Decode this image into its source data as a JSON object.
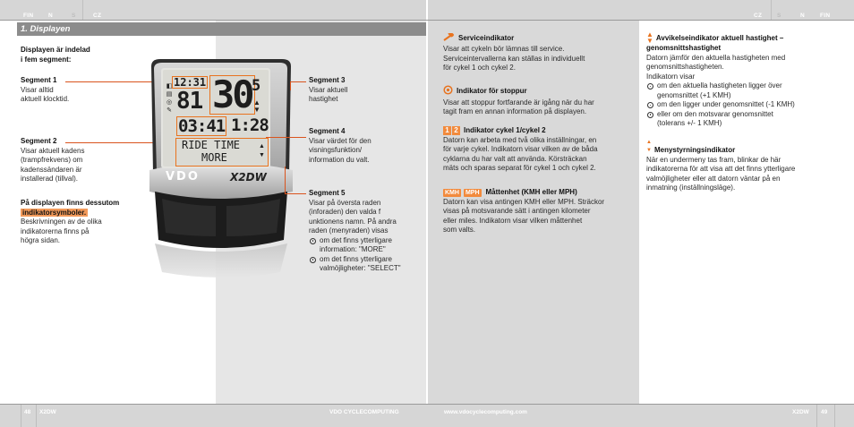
{
  "header": {
    "left_langs": [
      "FIN",
      "N",
      "S",
      "CZ"
    ],
    "right_langs": [
      "CZ",
      "S",
      "N",
      "FIN"
    ]
  },
  "section": {
    "title": "1. Displayen"
  },
  "left_column": {
    "intro": [
      "Displayen är indelad",
      "i fem segment:"
    ],
    "seg1": {
      "title": "Segment 1",
      "lines": [
        "Visar alltid",
        "aktuell klocktid."
      ]
    },
    "seg2": {
      "title": "Segment 2",
      "lines": [
        "Visar aktuell kadens",
        "(trampfrekvens) om",
        "kadenssändaren är",
        "installerad (tillval)."
      ]
    },
    "extra": {
      "title": "På displayen finns dessutom",
      "highlight": "indikatorsymboler.",
      "lines": [
        "Beskrivningen av de olika",
        "indikatorerna finns på",
        "högra sidan."
      ]
    }
  },
  "device": {
    "time": "12:31",
    "speed": "30",
    "speed_small": "5",
    "cadence": "81",
    "trip_a": "03:41",
    "trip_b": "1:28",
    "line1": "RIDE TIME",
    "line2": "MORE",
    "brand": "VDO",
    "model": "X2DW"
  },
  "mid_column": {
    "seg3": {
      "title": "Segment 3",
      "lines": [
        "Visar aktuell",
        "hastighet"
      ]
    },
    "seg4": {
      "title": "Segment 4",
      "lines": [
        "Visar värdet för den",
        "visningsfunktion/",
        "information du valt."
      ]
    },
    "seg5": {
      "title": "Segment 5",
      "lines": [
        "Visar på översta raden",
        "(inforaden) den valda f",
        "unktionens namn. På andra",
        "raden (menyraden) visas"
      ],
      "bullets": [
        [
          "om det finns ytterligare",
          "information: \"MORE\""
        ],
        [
          "om det finns ytterligare",
          "valmöjligheter: \"SELECT\""
        ]
      ]
    }
  },
  "right_column": {
    "service": {
      "title": "Serviceindikator",
      "lines": [
        "Visar att cykeln bör lämnas till service.",
        "Serviceintervallerna kan ställas in individuellt",
        "för cykel 1 och cykel 2."
      ]
    },
    "stop": {
      "title": "Indikator för stoppur",
      "lines": [
        "Visar att stoppur fortfarande är igång när du har",
        "tagit fram en annan information på displayen."
      ]
    },
    "bike": {
      "title": "Indikator cykel 1/cykel 2",
      "icon1": "1",
      "icon2": "2",
      "lines": [
        "Datorn kan arbeta med två olika inställningar, en",
        "för varje cykel. Indikatorn visar vilken av de båda",
        "cyklarna du har valt att använda. Körsträckan",
        "mäts och sparas separat för cykel 1 och cykel 2."
      ]
    },
    "unit": {
      "title": "Måttenhet (KMH eller MPH)",
      "kmh": "KMH",
      "mph": "MPH",
      "lines": [
        "Datorn kan visa antingen KMH eller MPH. Sträckor",
        "visas på motsvarande sätt i antingen kilometer",
        "eller miles. Indikatorn visar vilken måttenhet",
        "som valts."
      ]
    }
  },
  "far_right_column": {
    "deviation": {
      "title_line1": "Avvikelseindikator aktuell hastighet –",
      "title_line2": "genomsnittshastighet",
      "lines": [
        "Datorn jämför den aktuella hastigheten med",
        "genomsnittshastigheten.",
        "Indikatorn visar"
      ],
      "bullets": [
        [
          "om den aktuella hastigheten ligger över",
          "genomsnittet (+1 KMH)"
        ],
        [
          "om den ligger under genomsnittet (-1 KMH)"
        ],
        [
          "eller om den motsvarar genomsnittet",
          "(tolerans +/- 1 KMH)"
        ]
      ]
    },
    "menu": {
      "title": "Menystyrningsindikator",
      "lines": [
        "När en undermeny tas fram, blinkar de här",
        "indikatorerna för att visa att det finns ytterligare",
        "valmöjligheter eller att datorn väntar på en",
        "inmatning (inställningsläge)."
      ]
    }
  },
  "footer": {
    "left_page": "48",
    "left_model": "X2DW",
    "center_left": "VDO CYCLECOMPUTING",
    "center_right": "www.vdocyclecomputing.com",
    "right_model": "X2DW",
    "right_page": "49"
  }
}
